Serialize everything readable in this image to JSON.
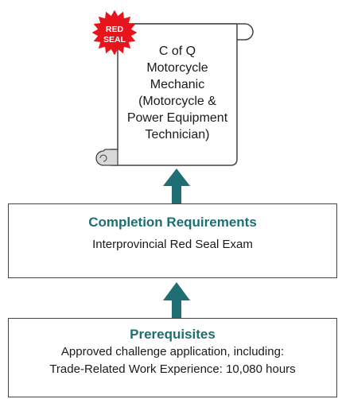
{
  "badge": {
    "line1": "RED",
    "line2": "SEAL"
  },
  "certificate": {
    "lines": [
      "C of Q",
      "Motorcycle",
      "Mechanic",
      "(Motorcycle &",
      "Power Equipment",
      "Technician)"
    ]
  },
  "completion": {
    "title": "Completion Requirements",
    "detail": "Interprovincial Red Seal Exam"
  },
  "prerequisites": {
    "title": "Prerequisites",
    "line1": "Approved challenge application, including:",
    "line2": "Trade-Related Work Experience: 10,080 hours"
  },
  "colors": {
    "arrow": "#1f6e73",
    "title_text": "#1f6e73",
    "badge_fill": "#e8141c",
    "badge_text": "#ffffff",
    "scroll_curl": "#d9d9d9"
  }
}
